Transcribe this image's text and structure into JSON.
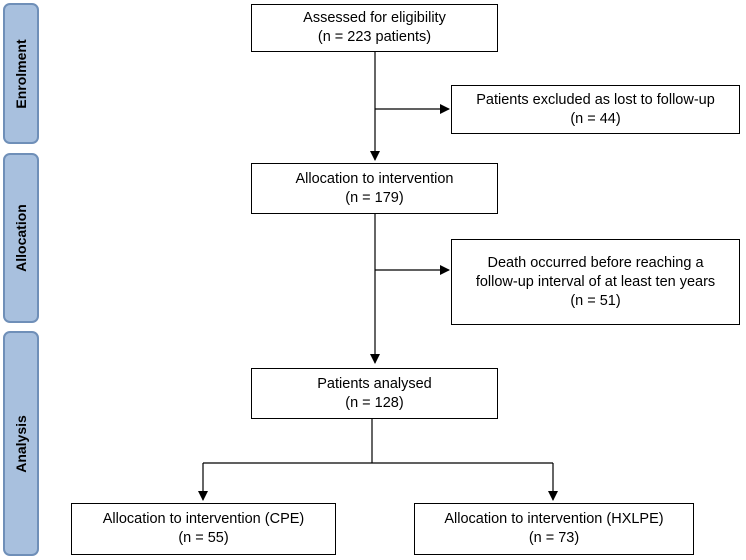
{
  "colors": {
    "tab_fill": "#a8c0de",
    "tab_border": "#6f8fb8",
    "line": "#000000"
  },
  "sidebar": {
    "enrolment": "Enrolment",
    "allocation": "Allocation",
    "analysis": "Analysis"
  },
  "boxes": {
    "eligibility": {
      "line1": "Assessed for eligibility",
      "line2": "(n = 223 patients)"
    },
    "excluded": {
      "line1": "Patients excluded as lost to follow-up",
      "line2": "(n = 44)"
    },
    "allocation": {
      "line1": "Allocation to intervention",
      "line2": "(n = 179)"
    },
    "death": {
      "line1": "Death occurred before reaching a",
      "line2": "follow-up interval of at least ten years",
      "line3": "(n = 51)"
    },
    "analysed": {
      "line1": "Patients analysed",
      "line2": "(n = 128)"
    },
    "cpe": {
      "line1": "Allocation to intervention (CPE)",
      "line2": "(n = 55)"
    },
    "hxlpe": {
      "line1": "Allocation to intervention (HXLPE)",
      "line2": "(n = 73)"
    }
  }
}
